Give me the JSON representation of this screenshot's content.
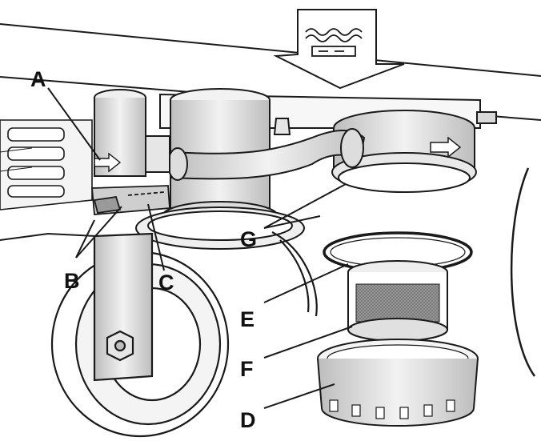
{
  "labels": {
    "a": "A",
    "b": "B",
    "c": "C",
    "d": "D",
    "e": "E",
    "f": "F",
    "g": "G"
  },
  "colors": {
    "line": "#1a1a1a",
    "shade": "#d9d9d9",
    "dark_shade": "#9a9a9a",
    "mesh": "#8c8c8c"
  },
  "icons": [
    "water-drain-symbol",
    "down-arrow",
    "flow-arrow"
  ]
}
